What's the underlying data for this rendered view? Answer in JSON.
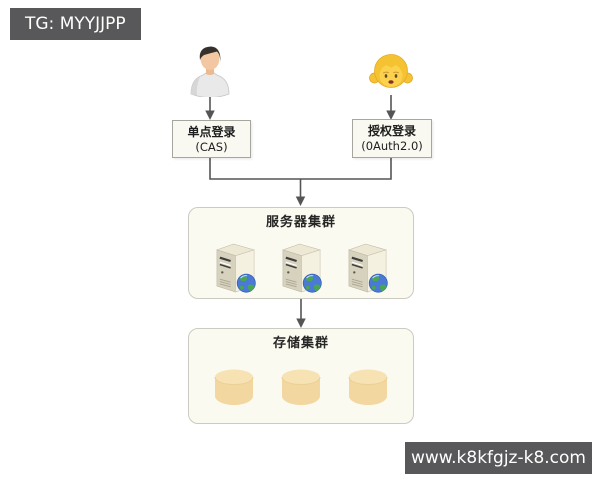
{
  "watermarks": {
    "tg_badge": "TG: MYYJJPP",
    "site_badge": "www.k8kfgjz-k8.com"
  },
  "diagram": {
    "actors": [
      {
        "icon": "male-user-icon",
        "connects_to": "单点登录"
      },
      {
        "icon": "girl-emoji-icon",
        "connects_to": "授权登录"
      }
    ],
    "login_nodes": [
      {
        "title": "单点登录",
        "subtitle": "(CAS)"
      },
      {
        "title": "授权登录",
        "subtitle": "(0Auth2.0)"
      }
    ],
    "clusters": [
      {
        "title": "服务器集群",
        "icon": "server-tower-globe-icon",
        "icon_count": 3
      },
      {
        "title": "存储集群",
        "icon": "database-cylinder-icon",
        "icon_count": 3
      }
    ]
  },
  "colors": {
    "badge_bg": "#58585a",
    "badge_text": "#ffffff",
    "cluster_fill": "#fbfaf0",
    "cluster_border": "#cbcbc2",
    "node_fill": "#faf9f1",
    "node_border": "#a6a69e",
    "connector": "#555555",
    "cylinder_body": "#f2d7a0",
    "cylinder_top": "#f7e2b4",
    "server_front": "#d7d2bd",
    "server_side": "#f4f1e1",
    "globe_ocean": "#4a79d6",
    "globe_land": "#49a84f"
  }
}
